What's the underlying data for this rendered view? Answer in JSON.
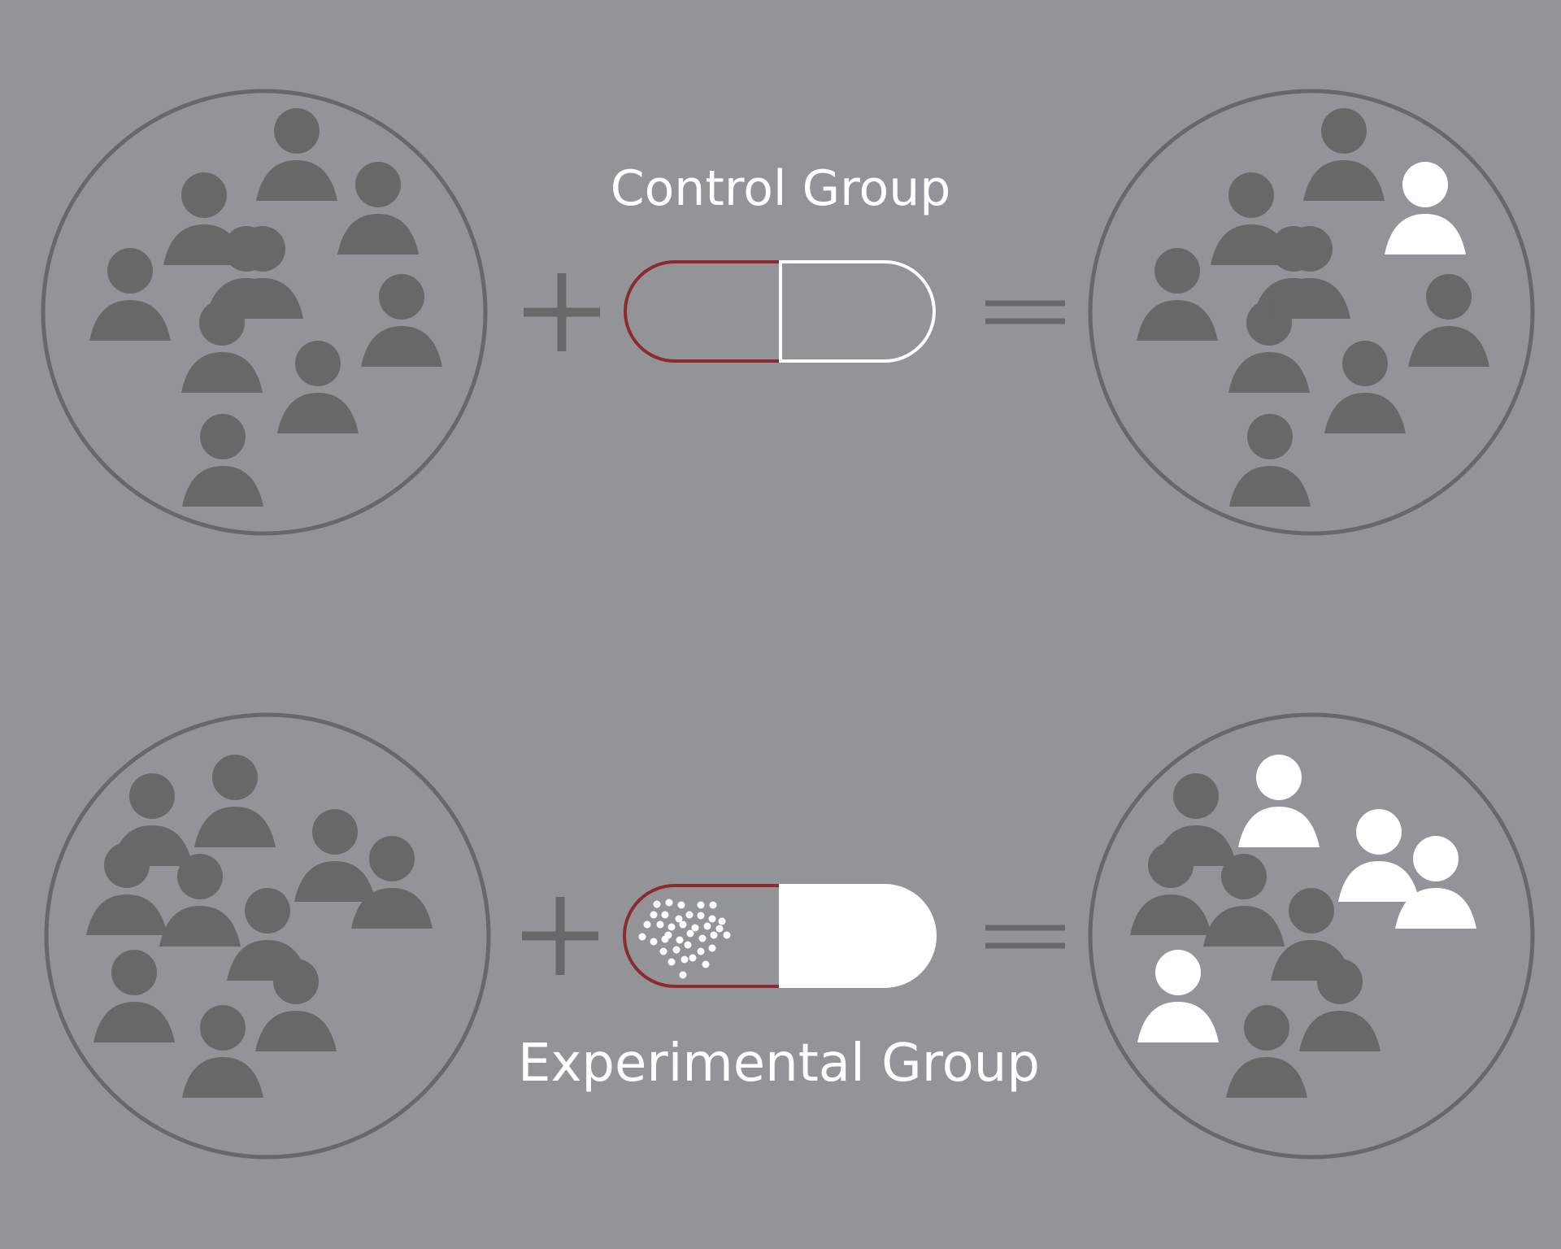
{
  "colors": {
    "background": "#939497",
    "neutral": "#676867",
    "highlight": "#ffffff",
    "capsule_red": "#8c2a2e"
  },
  "labels": {
    "control": "Control Group",
    "experimental": "Experimental Group"
  },
  "icons": {
    "person": "person-icon",
    "plus": "plus-sign-icon",
    "equals": "equals-sign-icon",
    "placebo": "empty-capsule-icon",
    "drug": "filled-capsule-icon"
  },
  "groups": [
    {
      "id": "control",
      "before": {
        "total": 10,
        "highlighted": 0
      },
      "capsule": "placebo",
      "after": {
        "total": 10,
        "highlighted": 1
      }
    },
    {
      "id": "experimental",
      "before": {
        "total": 10,
        "highlighted": 0
      },
      "capsule": "drug",
      "after": {
        "total": 10,
        "highlighted": 4
      }
    }
  ]
}
